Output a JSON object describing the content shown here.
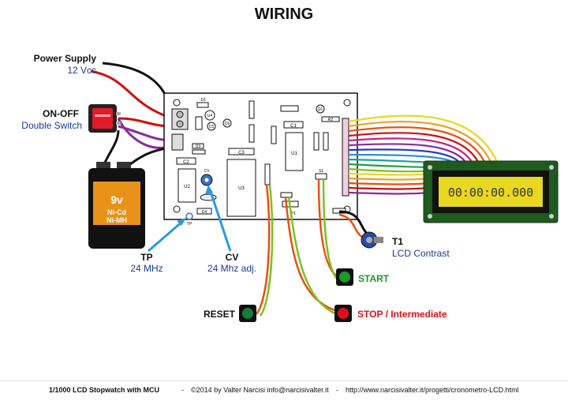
{
  "title": "WIRING",
  "labels": {
    "power_supply": "Power Supply",
    "power_supply_voltage": "12 Vcc",
    "on_off": "ON-OFF",
    "double_switch": "Double Switch",
    "tp": "TP",
    "tp_freq": "24 MHz",
    "cv": "CV",
    "cv_desc": "24 Mhz adj.",
    "t1": "T1",
    "lcd_contrast": "LCD Contrast",
    "start": "START",
    "reset": "RESET",
    "stop": "STOP / Intermediate",
    "lcd_display": "00:00:00.000"
  },
  "battery": {
    "voltage": "9v",
    "chem1": "Ni-Cd",
    "chem2": "Ni-MH"
  },
  "pcb": {
    "labels": [
      "D1",
      "U4",
      "C5",
      "C6",
      "C2",
      "U2",
      "C3",
      "U3",
      "C1",
      "U1",
      "D3",
      "CV",
      "C4",
      "TP",
      "Q1",
      "R2",
      "S1",
      "P1"
    ]
  },
  "footer": {
    "project": "1/1000 LCD Stopwatch with MCU",
    "sep1": "-",
    "author": "©2014 by Valter Narcisi  info@narcisivalter.it",
    "sep2": "-",
    "url": "http://www.narcisivalter.it/progetti/cronometro-LCD.html"
  },
  "colors": {
    "start": "#1a9a2a",
    "stop": "#e0101a",
    "blue_label": "#1a3a9a",
    "lcd_bg": "#e8d820",
    "lcd_frame": "#1f5a1f"
  }
}
